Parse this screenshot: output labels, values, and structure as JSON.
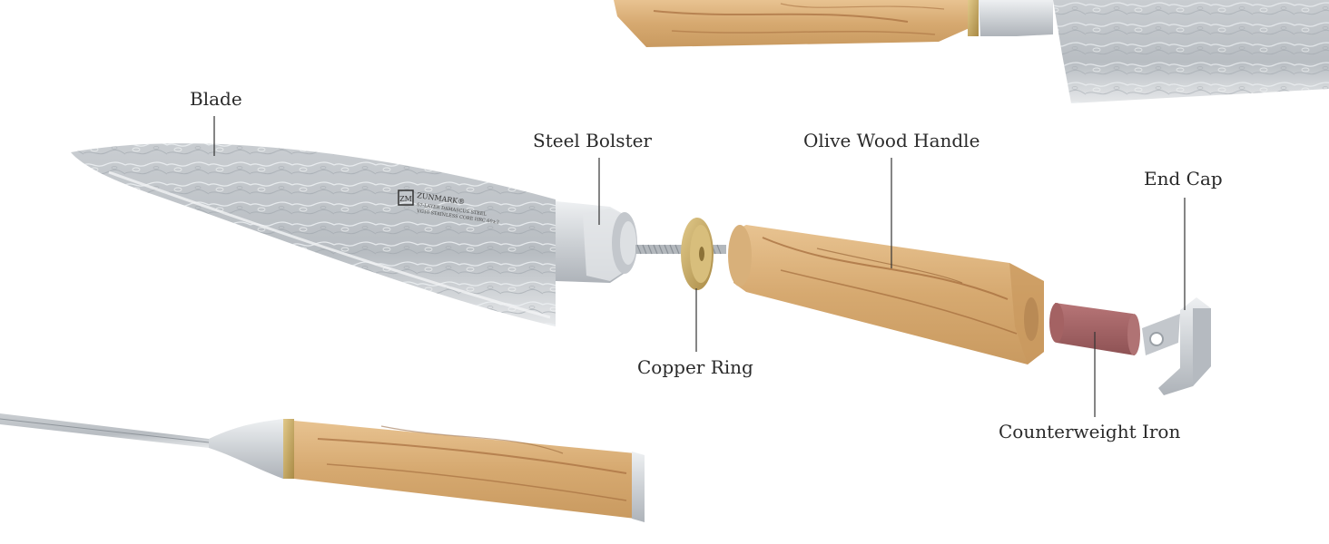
{
  "labels": {
    "blade": "Blade",
    "steel_bolster": "Steel Bolster",
    "olive_wood_handle": "Olive Wood Handle",
    "end_cap": "End Cap",
    "copper_ring": "Copper Ring",
    "counterweight_iron": "Counterweight Iron"
  },
  "blade_engraving": {
    "logo_mark": "ZM",
    "brand": "ZUNMARK®",
    "line1": "67-LAYER DAMASCUS STEEL",
    "line2": "VG10 STAINLESS CORE HRC 60±2"
  },
  "colors": {
    "steel": "#d5d8dc",
    "steel_dark": "#a9aeb4",
    "olive_wood": "#d9ae7a",
    "olive_grain": "#a66d3e",
    "copper_ring": "#c8a860",
    "counterweight": "#a56466",
    "leader_line": "#333333"
  }
}
